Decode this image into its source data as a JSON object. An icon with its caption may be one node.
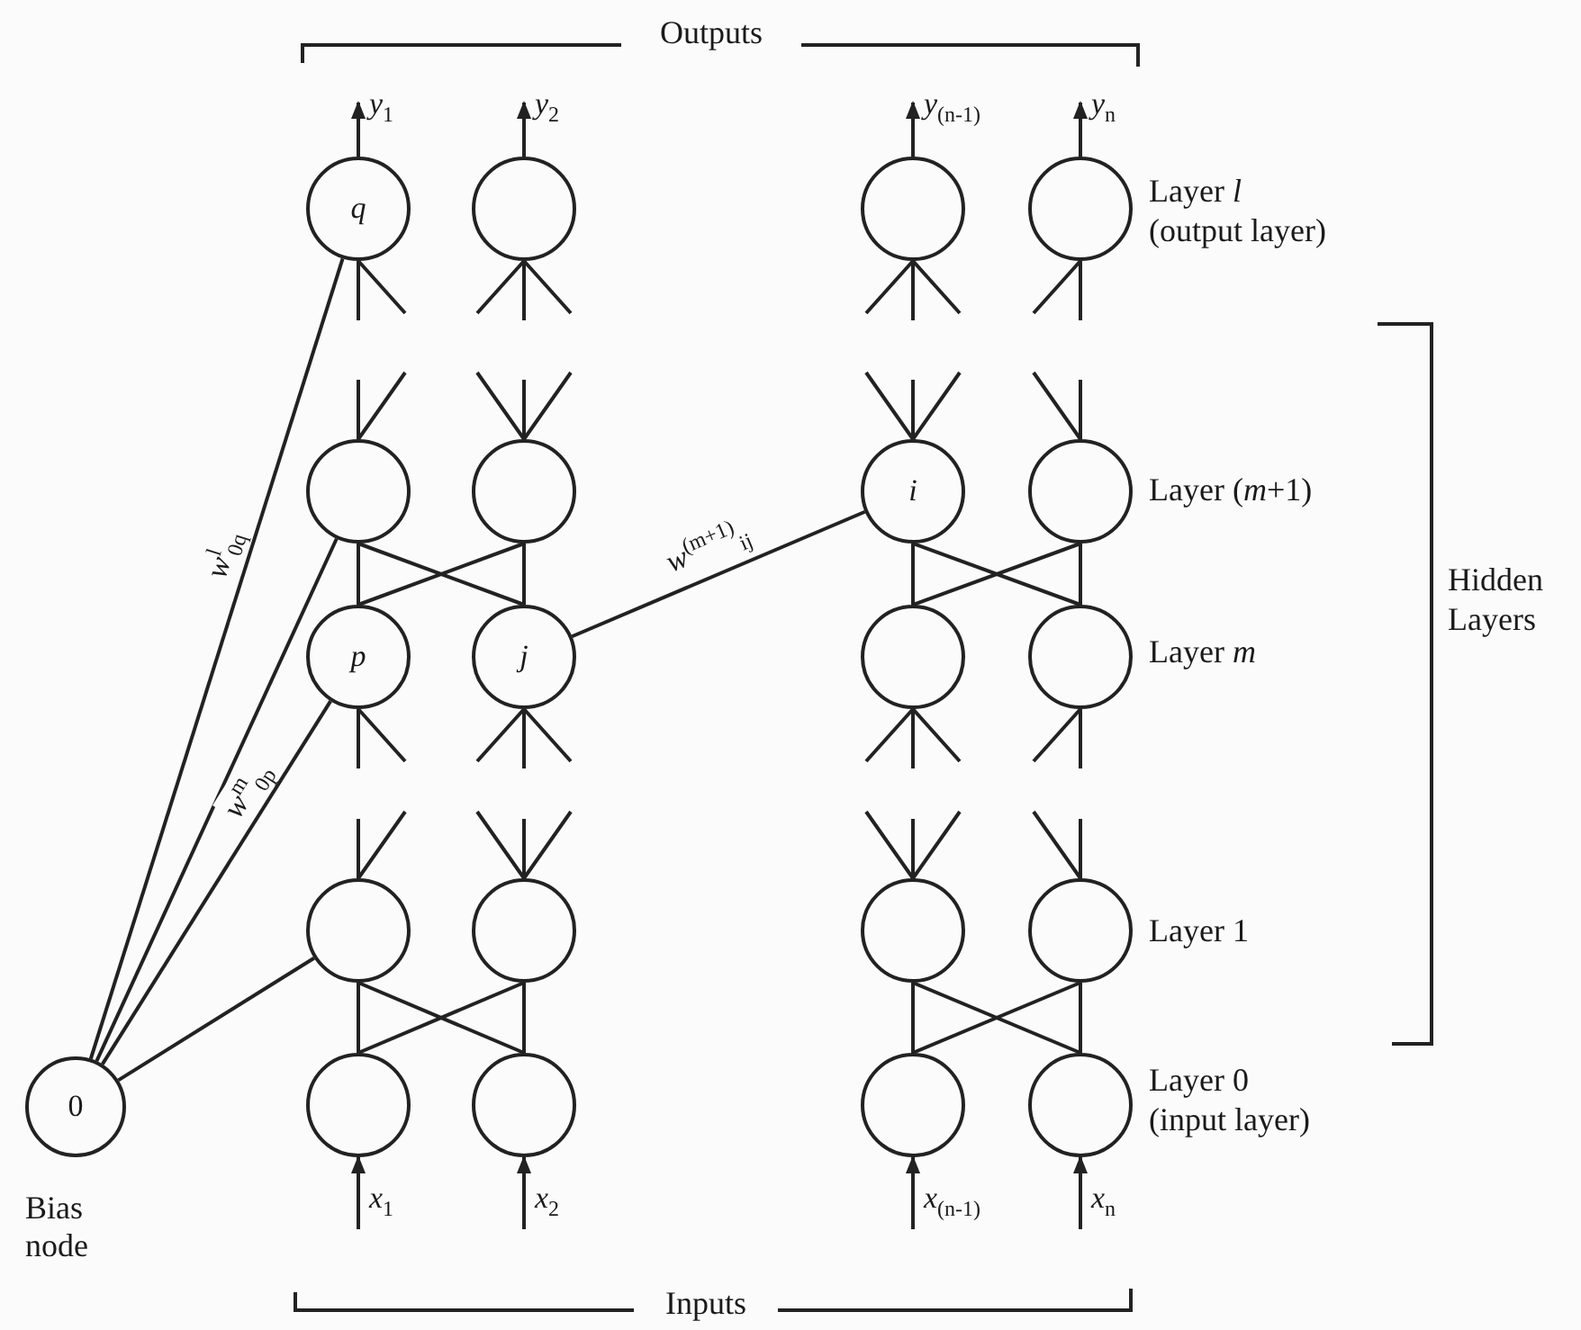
{
  "diagram": {
    "nodes": [
      {
        "text": [
          "q"
        ]
      },
      {
        "text": [],
        "shape": "circle"
      },
      {
        "text": [],
        "shape": "circle"
      },
      {
        "text": [],
        "shape": "circle"
      },
      {
        "text": [],
        "shape": "circle"
      },
      {
        "text": [],
        "shape": "circle"
      },
      {
        "text": [
          "i"
        ]
      },
      {
        "text": [],
        "shape": "circle"
      },
      {
        "text": [
          "p"
        ]
      },
      {
        "text": [
          "j"
        ]
      },
      {
        "text": [],
        "shape": "circle"
      },
      {
        "text": [],
        "shape": "circle"
      },
      {
        "text": [],
        "shape": "circle"
      },
      {
        "text": [],
        "shape": "circle"
      },
      {
        "text": [],
        "shape": "circle"
      },
      {
        "text": [],
        "shape": "circle"
      },
      {
        "text": [],
        "shape": "circle"
      },
      {
        "text": [],
        "shape": "circle"
      },
      {
        "text": [],
        "shape": "circle"
      },
      {
        "text": [],
        "shape": "circle"
      },
      {
        "text": [
          "0"
        ],
        "beside": [
          "Bias node"
        ]
      }
    ],
    "edges": [
      {
        "from": 0,
        "to": null,
        "arrow": "to",
        "label": "*y*$_{1}$"
      },
      {
        "from": 1,
        "to": null,
        "arrow": "to",
        "label": "*y*$_{2}$"
      },
      {
        "from": 2,
        "to": null,
        "arrow": "to",
        "label": "*y*$_{(n-1)}$"
      },
      {
        "from": 3,
        "to": null,
        "arrow": "to",
        "label": "*y*$_{n}$"
      },
      {
        "from": 8,
        "to": 4,
        "arrow": "none"
      },
      {
        "from": 8,
        "to": 5,
        "arrow": "none"
      },
      {
        "from": 9,
        "to": 4,
        "arrow": "none"
      },
      {
        "from": 9,
        "to": 5,
        "arrow": "none"
      },
      {
        "from": 10,
        "to": 6,
        "arrow": "none"
      },
      {
        "from": 10,
        "to": 7,
        "arrow": "none"
      },
      {
        "from": 11,
        "to": 6,
        "arrow": "none"
      },
      {
        "from": 11,
        "to": 7,
        "arrow": "none"
      },
      {
        "from": 9,
        "to": 6,
        "arrow": "none",
        "label": "*w*$^{(m+1)}$$_{ij}$"
      },
      {
        "from": 16,
        "to": 12,
        "arrow": "none"
      },
      {
        "from": 16,
        "to": 13,
        "arrow": "none"
      },
      {
        "from": 17,
        "to": 12,
        "arrow": "none"
      },
      {
        "from": 17,
        "to": 13,
        "arrow": "none"
      },
      {
        "from": 18,
        "to": 14,
        "arrow": "none"
      },
      {
        "from": 18,
        "to": 15,
        "arrow": "none"
      },
      {
        "from": 19,
        "to": 14,
        "arrow": "none"
      },
      {
        "from": 19,
        "to": 15,
        "arrow": "none"
      },
      {
        "from": 20,
        "to": 0,
        "arrow": "none",
        "label": "*w*$^{l}$$_{0q}$"
      },
      {
        "from": 20,
        "to": 4,
        "arrow": "none"
      },
      {
        "from": 20,
        "to": 8,
        "arrow": "none",
        "label": "*w*$^{m}$$_{0p}$"
      },
      {
        "from": 20,
        "to": 12,
        "arrow": "none"
      },
      {
        "from": null,
        "to": 16,
        "arrow": "to",
        "label": "*x*$_{1}$"
      },
      {
        "from": null,
        "to": 17,
        "arrow": "to",
        "label": "*x*$_{2}$"
      },
      {
        "from": null,
        "to": 18,
        "arrow": "to",
        "label": "*x*$_{(n-1)}$"
      },
      {
        "from": null,
        "to": 19,
        "arrow": "to",
        "label": "*x*$_{n}$"
      }
    ],
    "labels": [
      "Outputs",
      "Layer *l*",
      "(output layer)",
      "Layer (*m*+1)",
      "Hidden Layers",
      "Layer *m*",
      "Layer 1",
      "Layer 0",
      "(input layer)",
      "Inputs"
    ]
  }
}
